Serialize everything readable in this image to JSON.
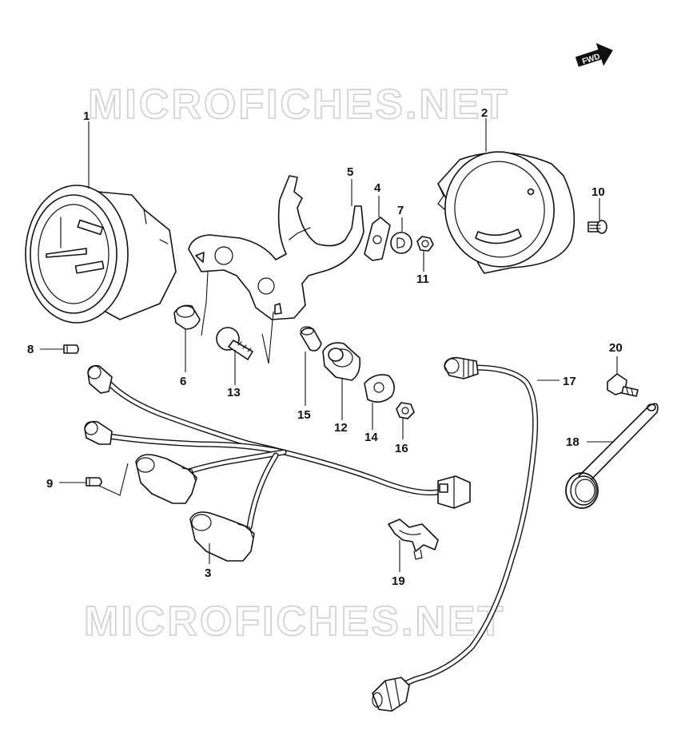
{
  "watermark": {
    "text": "MICROFICHES.NET"
  },
  "fwd_badge": {
    "text": "FWD"
  },
  "callouts": {
    "c1": "1",
    "c2": "2",
    "c3": "3",
    "c4": "4",
    "c5": "5",
    "c6": "6",
    "c7": "7",
    "c8": "8",
    "c9": "9",
    "c10": "10",
    "c11": "11",
    "c12": "12",
    "c13": "13",
    "c14": "14",
    "c15": "15",
    "c16": "16",
    "c17": "17",
    "c18": "18",
    "c19": "19",
    "c20": "20"
  }
}
